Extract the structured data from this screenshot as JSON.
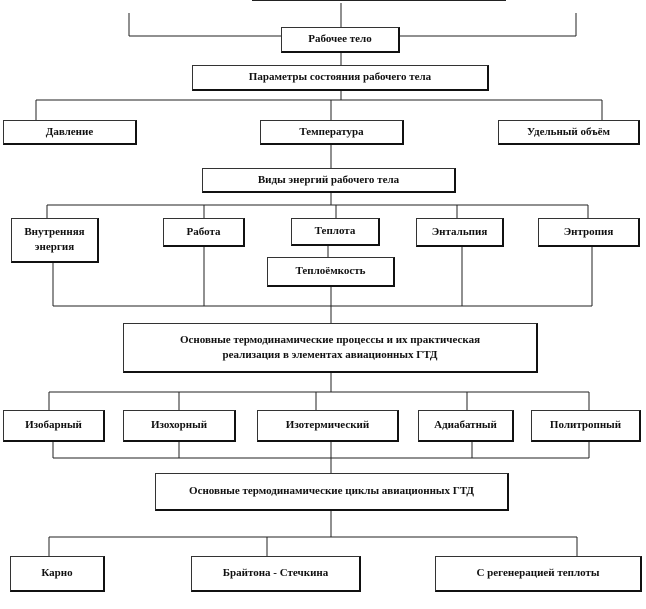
{
  "diagram": {
    "working_body": "Рабочее тело",
    "state_params": {
      "title": "Параметры состояния рабочего тела",
      "items": [
        "Давление",
        "Температура",
        "Удельный объём"
      ]
    },
    "energy_types": {
      "title": "Виды энергий рабочего тела",
      "items": [
        "Внутренняя\nэнергия",
        "Работа",
        "Теплота",
        "Энтальпия",
        "Энтропия"
      ],
      "heat_capacity": "Теплоёмкость"
    },
    "processes": {
      "title": "Основные термодинамические процессы и их практическая\nреализация в элементах авиационных ГТД",
      "items": [
        "Изобарный",
        "Изохорный",
        "Изотермический",
        "Адиабатный",
        "Политропный"
      ]
    },
    "cycles": {
      "title": "Основные термодинамические циклы авиационных ГТД",
      "items": [
        "Карно",
        "Брайтона - Стечкина",
        "С регенерацией теплоты"
      ]
    }
  }
}
